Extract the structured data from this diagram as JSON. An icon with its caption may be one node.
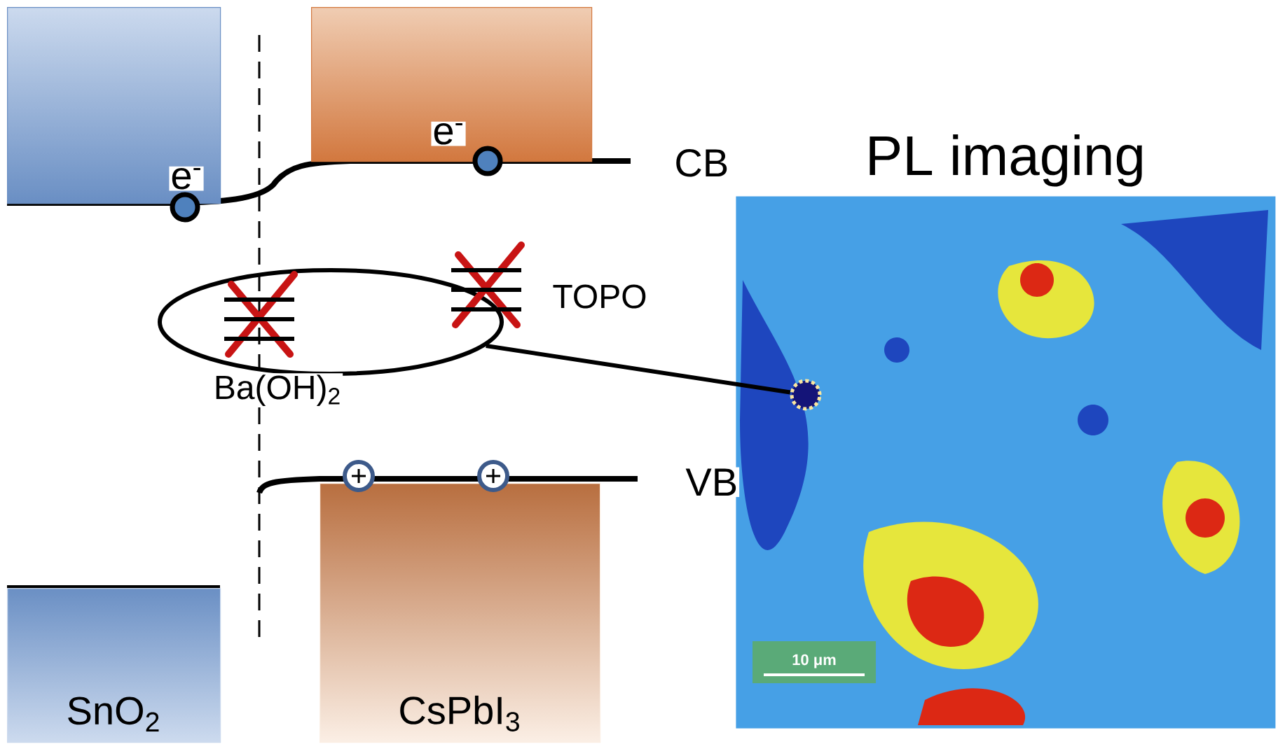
{
  "diagram": {
    "nodes": [
      {
        "text": [],
        "shape": "box"
      },
      {
        "text": [],
        "shape": "box"
      },
      {
        "text": [],
        "shape": "ellipse"
      },
      {
        "text": [
          "SnO$_{2}$"
        ]
      },
      {
        "text": [
          "CsPbI$_{3}$"
        ]
      },
      {
        "text": [
          "PL imaging"
        ]
      },
      {
        "text": [],
        "shape": "circle",
        "in": 5
      }
    ],
    "edges": [
      {
        "from": 2,
        "to": 6,
        "arrow": "none"
      }
    ],
    "labels": [
      "e$^{-}$",
      "e$^{-}$",
      "CB",
      "TOPO",
      "Ba(OH)$_{2}$",
      "VB",
      "10 μm"
    ]
  }
}
